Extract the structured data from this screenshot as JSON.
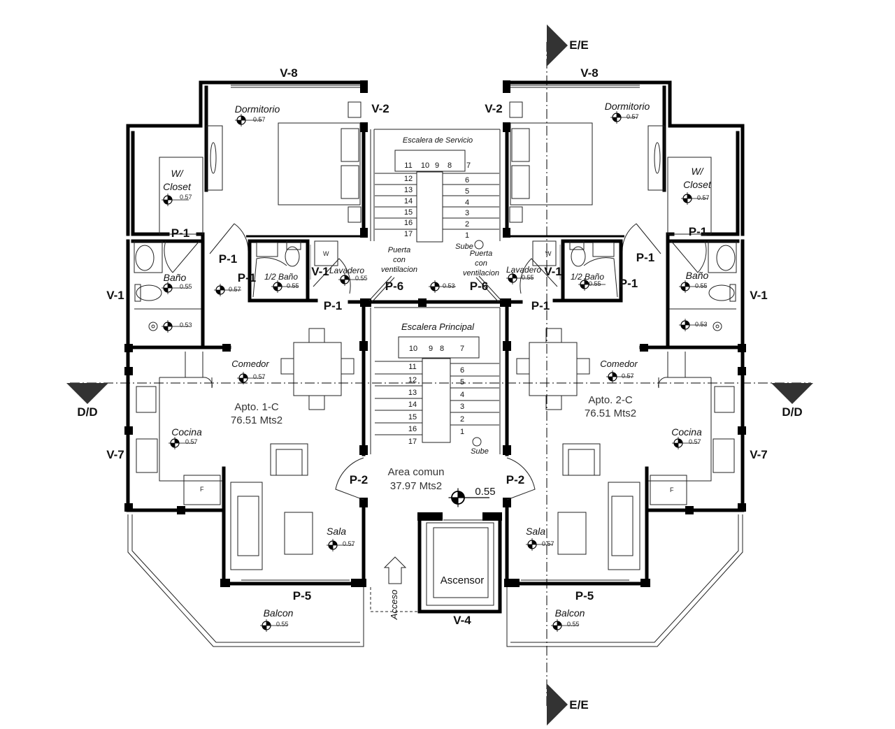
{
  "sections": {
    "ee": "E/E",
    "dd": "D/D"
  },
  "windows": {
    "v1": "V-1",
    "v2": "V-2",
    "v4": "V-4",
    "v7": "V-7",
    "v8": "V-8"
  },
  "doors": {
    "p1": "P-1",
    "p2": "P-2",
    "p5": "P-5",
    "p6": "P-6"
  },
  "rooms": {
    "dormitorio": "Dormitorio",
    "closet_1": "W/",
    "closet_2": "Closet",
    "bano": "Baño",
    "medio_bano": "1/2 Baño",
    "lavadero": "Lavadero",
    "comedor": "Comedor",
    "cocina": "Cocina",
    "sala": "Sala",
    "balcon": "Balcon"
  },
  "apartments": [
    {
      "name": "Apto. 1-C",
      "area": "76.51 Mts2"
    },
    {
      "name": "Apto. 2-C",
      "area": "76.51 Mts2"
    }
  ],
  "levels": {
    "l57": "0.57",
    "l55": "0.55",
    "l53": "0.53"
  },
  "fixtures": {
    "washer": "W",
    "fridge": "F"
  },
  "core": {
    "service_stair": "Escalera de Servicio",
    "main_stair": "Escalera Principal",
    "sube": "Sube",
    "vent_door": [
      "Puerta",
      "con",
      "ventilacion"
    ],
    "common_area": "Area comun",
    "common_area_size": "37.97 Mts2",
    "common_level": "0.55",
    "elevator": "Ascensor",
    "access": "Acceso"
  },
  "stairs": {
    "service": {
      "top": [
        "11",
        "10",
        "9",
        "8",
        "7"
      ],
      "left": [
        "12",
        "13",
        "14",
        "15",
        "16",
        "17"
      ],
      "right": [
        "6",
        "5",
        "4",
        "3",
        "2",
        "1"
      ]
    },
    "main": {
      "top": [
        "10",
        "9",
        "8",
        "7"
      ],
      "left": [
        "11",
        "12",
        "13",
        "14",
        "15",
        "16",
        "17"
      ],
      "right": [
        "6",
        "5",
        "4",
        "3",
        "2",
        "1"
      ]
    }
  }
}
